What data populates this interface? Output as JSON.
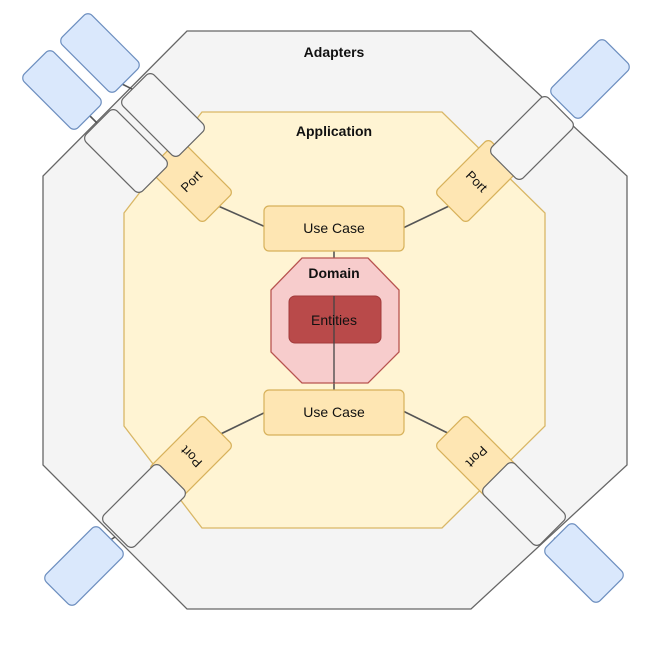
{
  "diagram": {
    "adapters_label": "Adapters",
    "application_label": "Application",
    "domain_label": "Domain",
    "entities_label": "Entities",
    "use_case_top_label": "Use Case",
    "use_case_bottom_label": "Use Case",
    "port_label": "Port"
  },
  "colors": {
    "adapters_fill": "#f4f4f4",
    "adapters_stroke": "#666666",
    "application_fill": "#fff4d3",
    "application_stroke": "#d9b766",
    "box_fill": "#fee6b3",
    "box_stroke": "#d7b15a",
    "domain_fill": "#f7cccc",
    "domain_stroke": "#b85450",
    "entities_fill": "#b94a4a",
    "external_fill": "#dae8fc",
    "external_stroke": "#6c8ebf",
    "adapter_box_fill": "#f5f5f5",
    "adapter_box_stroke": "#666666"
  }
}
